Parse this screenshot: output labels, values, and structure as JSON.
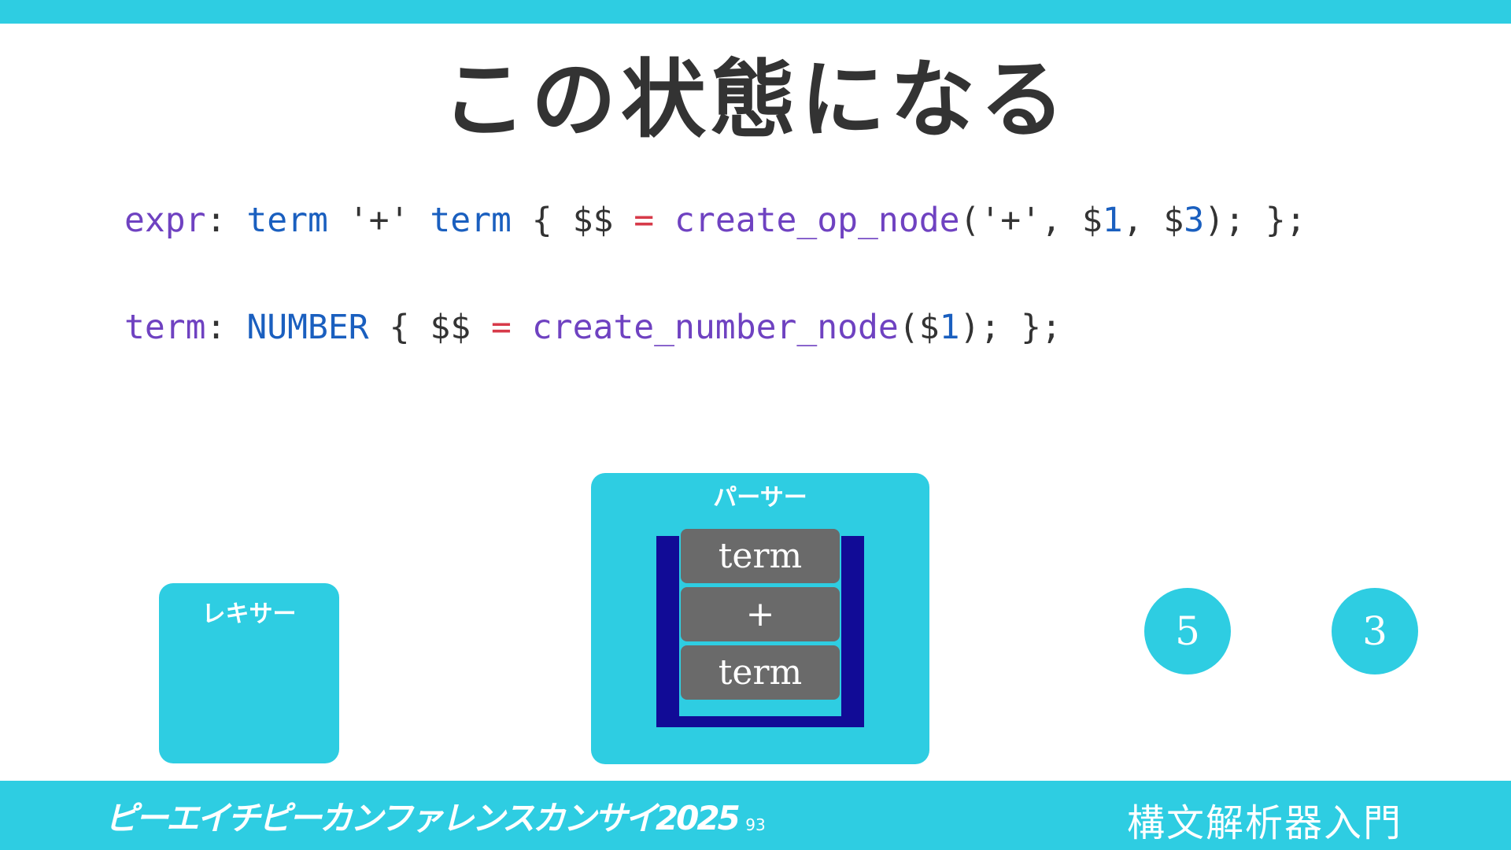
{
  "title": "この状態になる",
  "code": {
    "line1": {
      "rule": "expr",
      "colon": ": ",
      "t1": "term",
      "s1": " '+' ",
      "t2": "term",
      "b1": " { $$ ",
      "eq": "=",
      "sp": " ",
      "fn": "create_op_node",
      "args_a": "('+', $",
      "n1": "1",
      "args_b": ", $",
      "n3": "3",
      "end": "); };"
    },
    "line2": {
      "rule": "term",
      "colon": ": ",
      "tok": "NUMBER",
      "b1": " { $$ ",
      "eq": "=",
      "sp": " ",
      "fn": "create_number_node",
      "args_a": "($",
      "n1": "1",
      "end": "); };"
    }
  },
  "lexer": {
    "label": "レキサー"
  },
  "parser": {
    "label": "パーサー",
    "stack": [
      "term",
      "+",
      "term"
    ]
  },
  "tokens": [
    "5",
    "3"
  ],
  "footer": {
    "conference": "ピーエイチピーカンファレンスカンサイ2025",
    "page_number": "93",
    "talk_title": "構文解析器入門"
  },
  "colors": {
    "accent": "#2ecde2",
    "stack": "#110b96",
    "stack_item": "#6a6a6a",
    "title_text": "#333333"
  }
}
